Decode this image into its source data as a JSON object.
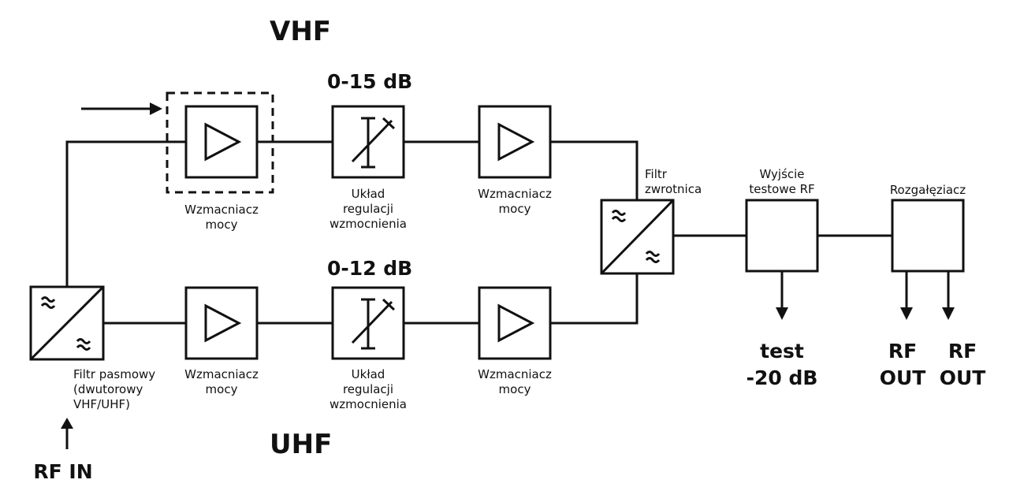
{
  "bands": {
    "vhf": "VHF",
    "uhf": "UHF"
  },
  "gains": {
    "vhf": "0-15 dB",
    "uhf": "0-12 dB"
  },
  "labels": {
    "amp_vhf_1": "Wzmacniacz\nmocy",
    "ctrl_vhf": "Układ\nregulacji\nwzmocnienia",
    "amp_vhf_2": "Wzmacniacz\nmocy",
    "amp_uhf_1": "Wzmacniacz\nmocy",
    "ctrl_uhf": "Układ\nregulacji\nwzmocnienia",
    "amp_uhf_2": "Wzmacniacz\nmocy",
    "band_filter": "Filtr pasmowy\n(dwutorowy\nVHF/UHF)",
    "diplexer": "Filtr\nzwrotnica",
    "test_output": "Wyjście\ntestowe RF",
    "splitter": "Rozgałęziacz"
  },
  "ports": {
    "rf_in": "RF IN",
    "test": "test\n-20 dB",
    "rf_out_1": "RF\nOUT",
    "rf_out_2": "RF\nOUT"
  },
  "icons": {
    "amplifier": "triangle-amplifier-icon",
    "attenuator": "variable-attenuator-icon",
    "filter": "diplexer-filter-icon",
    "splitter": "splitter-icon"
  }
}
